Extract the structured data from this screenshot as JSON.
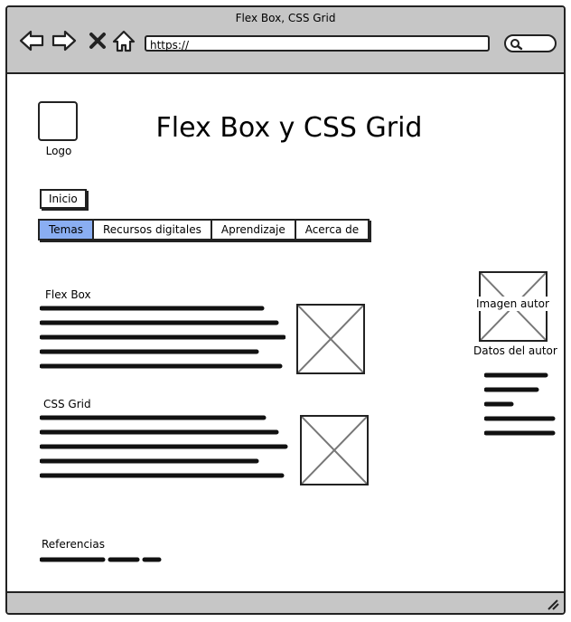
{
  "window": {
    "title": "Flex Box, CSS Grid"
  },
  "browser": {
    "url": "https://"
  },
  "header": {
    "logo_label": "Logo",
    "title": "Flex Box y CSS Grid"
  },
  "nav": {
    "home_label": "Inicio",
    "tabs": [
      {
        "label": "Temas",
        "active": true
      },
      {
        "label": "Recursos digitales",
        "active": false
      },
      {
        "label": "Aprendizaje",
        "active": false
      },
      {
        "label": "Acerca de",
        "active": false
      }
    ]
  },
  "sections": [
    {
      "title": "Flex Box"
    },
    {
      "title": "CSS Grid"
    }
  ],
  "author": {
    "image_label": "Imagen autor",
    "details_title": "Datos del autor"
  },
  "references": {
    "title": "Referencias"
  },
  "icons": {
    "back": "arrow-left-icon",
    "forward": "arrow-right-icon",
    "stop": "close-icon",
    "home": "home-icon",
    "search": "search-icon",
    "resize": "resize-grip-icon"
  },
  "colors": {
    "chrome": "#c6c6c6",
    "active_tab": "#8aaef2"
  }
}
